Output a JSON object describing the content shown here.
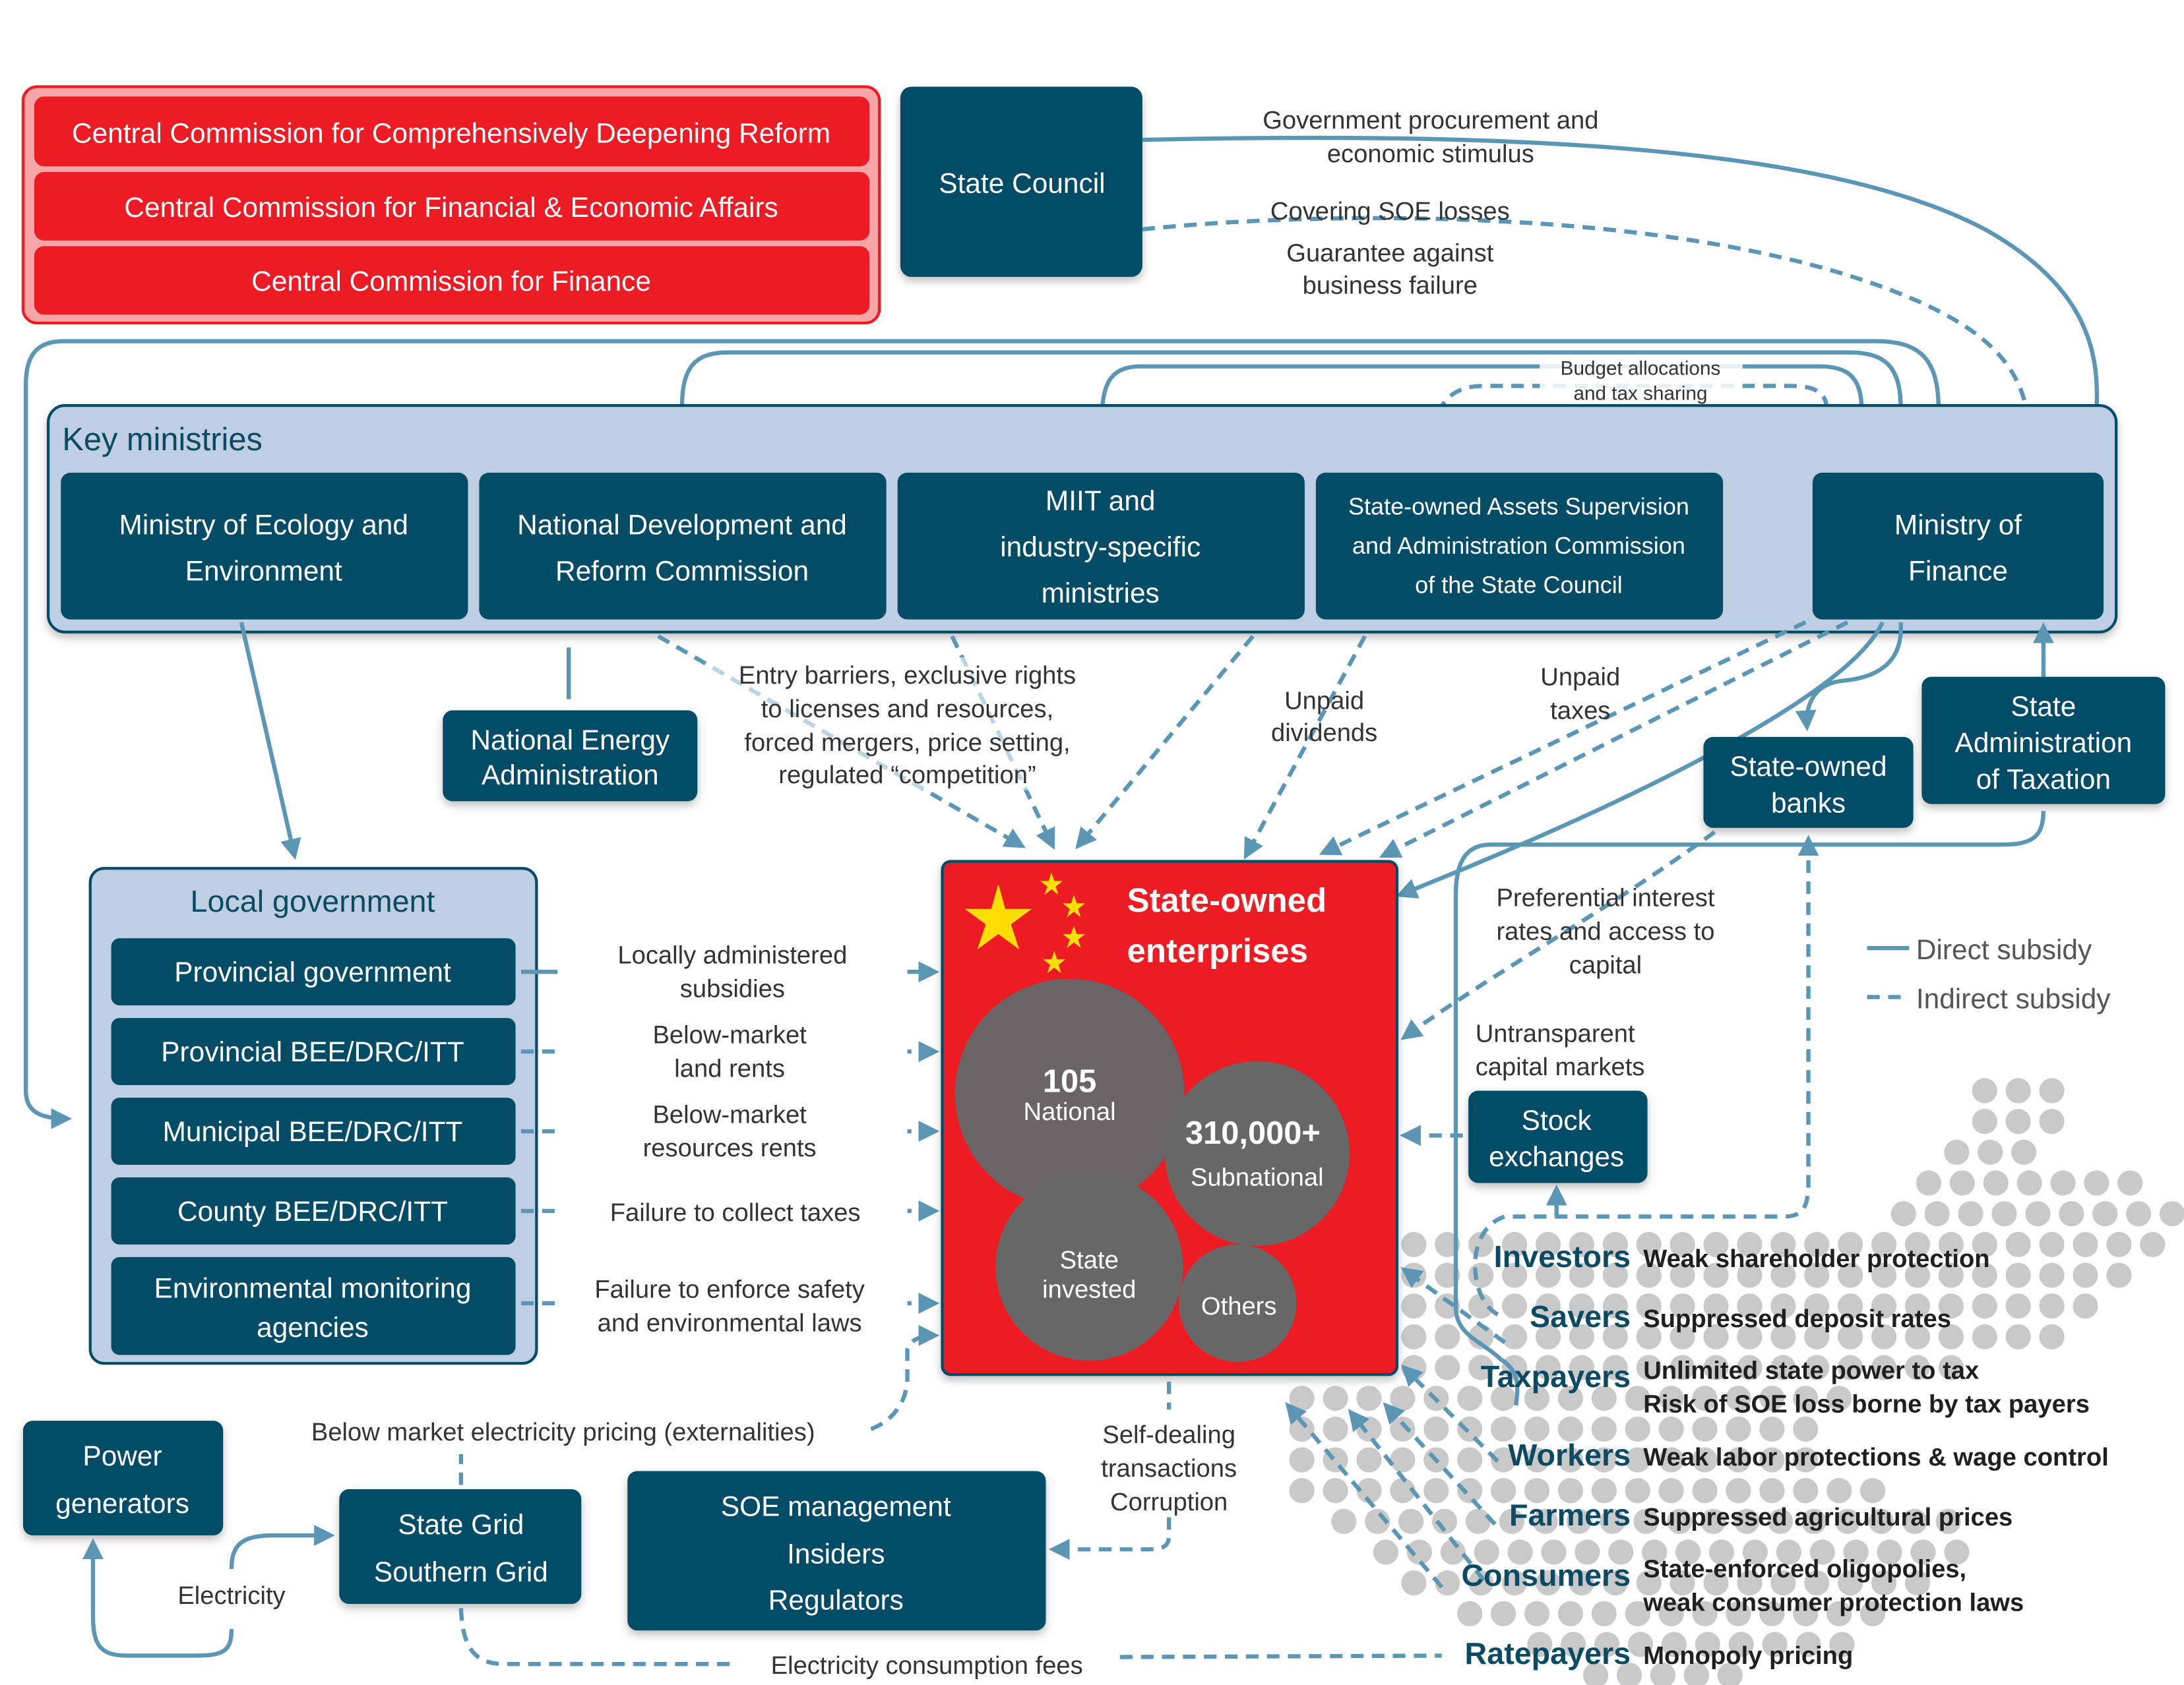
{
  "colors": {
    "navy": "#034c66",
    "red": "#ed1c24",
    "red_frame": "#f8a5a8",
    "panel": "#bfcfe3",
    "arrow": "#5b96b5",
    "bubble": "#6a6466",
    "star": "#ffde00",
    "stakeholder": "#0b4a63"
  },
  "commissions": [
    "Central Commission for Comprehensively Deepening Reform",
    "Central Commission for Financial & Economic Affairs",
    "Central Commission for Finance"
  ],
  "state_council": "State Council",
  "top_flows": {
    "procurement": [
      "Government procurement and",
      "economic stimulus"
    ],
    "covering_losses": "Covering SOE losses",
    "guarantee": [
      "Guarantee against",
      "business failure"
    ],
    "budget": [
      "Budget allocations",
      "and tax sharing"
    ]
  },
  "key_ministries": {
    "title": "Key ministries",
    "items": [
      {
        "lines": [
          "Ministry of Ecology and",
          "Environment"
        ]
      },
      {
        "lines": [
          "National Development and",
          "Reform Commission"
        ]
      },
      {
        "lines": [
          "MIIT and",
          "industry-specific",
          "ministries"
        ]
      },
      {
        "lines": [
          "State-owned Assets Supervision",
          "and Administration Commission",
          "of the State Council"
        ]
      },
      {
        "lines": [
          "Ministry of",
          "Finance"
        ]
      }
    ]
  },
  "national_energy": [
    "National Energy",
    "Administration"
  ],
  "ministry_flows": {
    "barriers": [
      "Entry barriers, exclusive rights",
      "to licenses and resources,",
      "forced mergers, price setting,",
      "regulated “competition”"
    ],
    "dividends": [
      "Unpaid",
      "dividends"
    ],
    "taxes": [
      "Unpaid",
      "taxes"
    ]
  },
  "banks": [
    "State-owned",
    "banks"
  ],
  "taxation": [
    "State",
    "Administration",
    "of Taxation"
  ],
  "stock_exchanges": [
    "Stock",
    "exchanges"
  ],
  "finance_flows": {
    "preferential": [
      "Preferential interest",
      "rates and access to",
      "capital"
    ],
    "untransparent": [
      "Untransparent",
      "capital markets"
    ]
  },
  "legend": {
    "direct": "Direct subsidy",
    "indirect": "Indirect subsidy"
  },
  "local_government": {
    "title": "Local government",
    "items": [
      {
        "lines": [
          "Provincial government"
        ],
        "flow": [
          "Locally administered",
          "subsidies"
        ],
        "flow_type": "direct"
      },
      {
        "lines": [
          "Provincial BEE/DRC/ITT"
        ],
        "flow": [
          "Below-market",
          "land rents"
        ],
        "flow_type": "indirect"
      },
      {
        "lines": [
          "Municipal BEE/DRC/ITT"
        ],
        "flow": [
          "Below-market",
          "resources rents"
        ],
        "flow_type": "indirect"
      },
      {
        "lines": [
          "County BEE/DRC/ITT"
        ],
        "flow": [
          "Failure to collect taxes"
        ],
        "flow_type": "indirect"
      },
      {
        "lines": [
          "Environmental monitoring",
          "agencies"
        ],
        "flow": [
          "Failure to enforce safety",
          "and environmental laws"
        ],
        "flow_type": "indirect"
      }
    ]
  },
  "soe": {
    "title": [
      "State-owned",
      "enterprises"
    ],
    "bubbles": [
      {
        "value": "105",
        "label": "National"
      },
      {
        "value": "310,000+",
        "label": "Subnational"
      },
      {
        "value": "",
        "label": "State invested"
      },
      {
        "value": "",
        "label": "Others"
      }
    ]
  },
  "power": {
    "generators": [
      "Power",
      "generators"
    ],
    "grid": [
      "State Grid",
      "Southern Grid"
    ],
    "electricity": "Electricity",
    "below_market": "Below market electricity pricing (externalities)",
    "consumption_fees": "Electricity consumption fees"
  },
  "insiders": {
    "box": [
      "SOE management",
      "Insiders",
      "Regulators"
    ],
    "flow": [
      "Self-dealing",
      "transactions",
      "Corruption"
    ]
  },
  "stakeholders": [
    {
      "name": "Investors",
      "desc": [
        "Weak shareholder protection"
      ]
    },
    {
      "name": "Savers",
      "desc": [
        "Suppressed deposit rates"
      ]
    },
    {
      "name": "Taxpayers",
      "desc": [
        "Unlimited state power to tax",
        "Risk of SOE loss borne by tax payers"
      ]
    },
    {
      "name": "Workers",
      "desc": [
        "Weak labor protections & wage control"
      ]
    },
    {
      "name": "Farmers",
      "desc": [
        "Suppressed agricultural prices"
      ]
    },
    {
      "name": "Consumers",
      "desc": [
        "State-enforced oligopolies,",
        "weak consumer protection laws"
      ]
    },
    {
      "name": "Ratepayers",
      "desc": [
        "Monopoly pricing"
      ]
    }
  ]
}
